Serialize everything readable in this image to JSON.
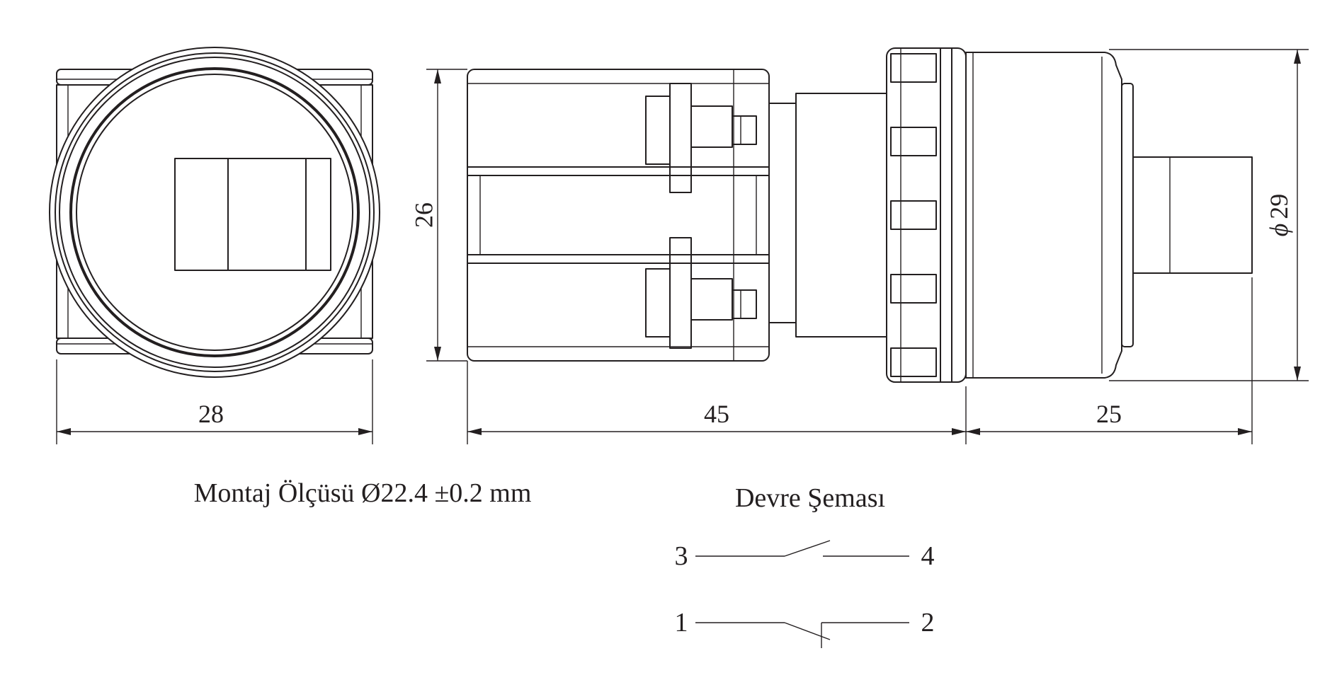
{
  "dimensions": {
    "front_width": "28",
    "height": "26",
    "body_length": "45",
    "head_length": "25",
    "diameter": "29",
    "diameter_symbol": "ϕ"
  },
  "mounting_label": "Montaj Ölçüsü Ø22.4 ±0.2 mm",
  "circuit": {
    "title": "Devre Şeması",
    "terminals": {
      "t3": "3",
      "t4": "4",
      "t1": "1",
      "t2": "2"
    }
  },
  "colors": {
    "line": "#231f20",
    "background": "#ffffff"
  }
}
